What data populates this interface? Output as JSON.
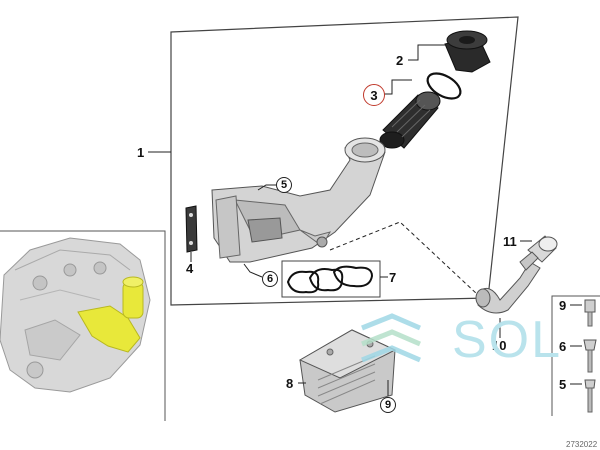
{
  "labels": {
    "l1": "1",
    "l2": "2",
    "l3": "3",
    "l4": "4",
    "l5": "5",
    "l6": "6",
    "l7": "7",
    "l8": "8",
    "l9": "9",
    "l10": "10",
    "l11": "11"
  },
  "side_panel": {
    "n9": "9",
    "n6": "6",
    "n5": "5"
  },
  "watermark": {
    "text": "SOL"
  },
  "part_number": "2732022",
  "colors": {
    "highlight": "#e8e83a",
    "callout_red": "#c0392b",
    "watermark": "#b9e3ec"
  }
}
